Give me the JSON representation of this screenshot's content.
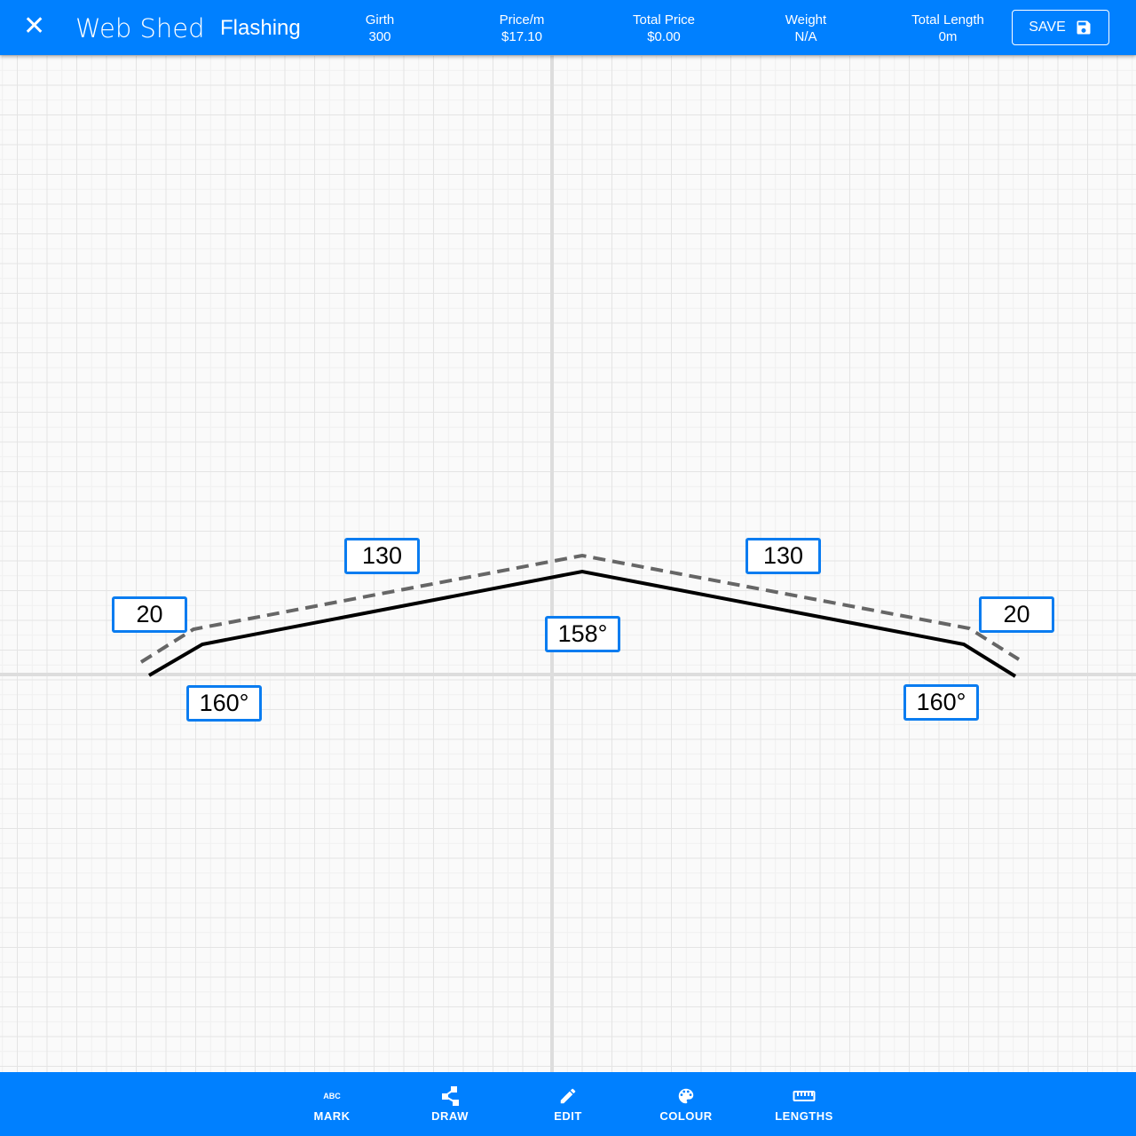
{
  "header": {
    "close_icon": "close-icon",
    "brand": "Web Shed",
    "title": "Flashing",
    "stats": [
      {
        "label": "Girth",
        "value": "300"
      },
      {
        "label": "Price/m",
        "value": "$17.10"
      },
      {
        "label": "Total Price",
        "value": "$0.00"
      },
      {
        "label": "Weight",
        "value": "N/A"
      },
      {
        "label": "Total Length",
        "value": "0m"
      }
    ],
    "save_label": "SAVE"
  },
  "drawing": {
    "lengths": [
      "20",
      "130",
      "130",
      "20"
    ],
    "angles": [
      "160°",
      "158°",
      "160°"
    ]
  },
  "toolbar": {
    "mark_icon_text": "ABC",
    "items": [
      {
        "label": "MARK"
      },
      {
        "label": "DRAW"
      },
      {
        "label": "EDIT"
      },
      {
        "label": "COLOUR"
      },
      {
        "label": "LENGTHS"
      }
    ]
  },
  "colors": {
    "accent": "#0080ff",
    "label_border": "#0a7cf0"
  }
}
